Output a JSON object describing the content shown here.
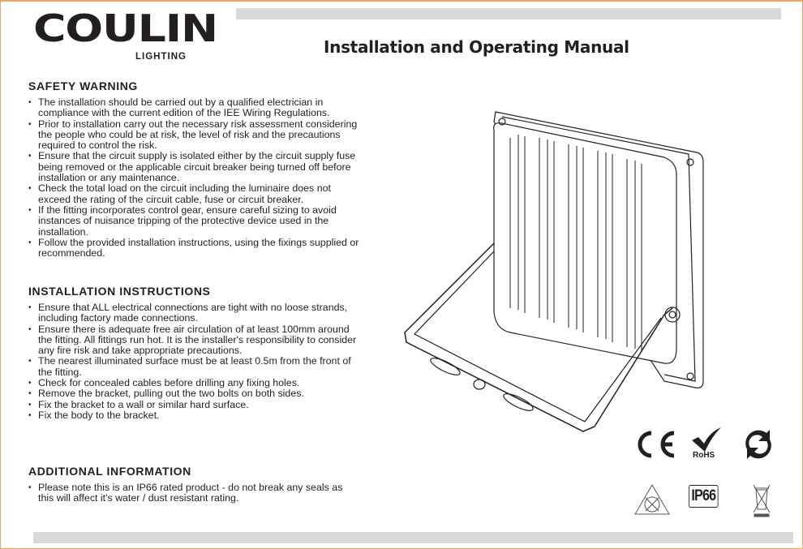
{
  "logo": {
    "brand": "COULIN",
    "sub": "LIGHTING"
  },
  "title": "Installation and Operating Manual",
  "sections": [
    {
      "heading": "SAFETY WARNING",
      "items": [
        "The installation should be carried out by a qualified electrician in compliance with the current edition of the IEE Wiring Regulations.",
        "Prior to installation carry out the necessary risk assessment considering the people who could be at risk, the level of risk and the precautions required to control the risk.",
        "Ensure that the circuit supply is isolated either by the circuit supply fuse being removed or the applicable circuit breaker being turned off before installation or any maintenance.",
        "Check the total load on the circuit including the luminaire does not exceed the rating of the circuit cable, fuse or circuit breaker.",
        "If the fitting incorporates control gear, ensure careful sizing to avoid instances of nuisance tripping of the protective device used in the installation.",
        "Follow the provided installation instructions, using the fixings supplied or recommended."
      ]
    },
    {
      "heading": "INSTALLATION INSTRUCTIONS",
      "items": [
        "Ensure that ALL electrical connections are tight with no loose strands, including factory made connections.",
        "Ensure there is adequate free air circulation of at least 100mm around the fitting. All fittings run hot. It is the installer's responsibility to consider any fire risk and take appropriate precautions.",
        "The nearest illuminated surface must be at least 0.5m from the front of the fitting.",
        "Check for concealed cables before drilling any fixing holes.",
        "Remove the bracket, pulling out the two bolts on both sides.",
        "Fix the bracket to a wall or similar hard surface.",
        "Fix the body to the bracket."
      ]
    },
    {
      "heading": "ADDITIONAL INFORMATION",
      "items": [
        "Please note this is an IP66 rated product - do not break any seals as this will affect it's water / dust resistant rating."
      ]
    }
  ],
  "marks": {
    "ce": "CE",
    "rohs": "RoHS",
    "ip": "IP66"
  }
}
